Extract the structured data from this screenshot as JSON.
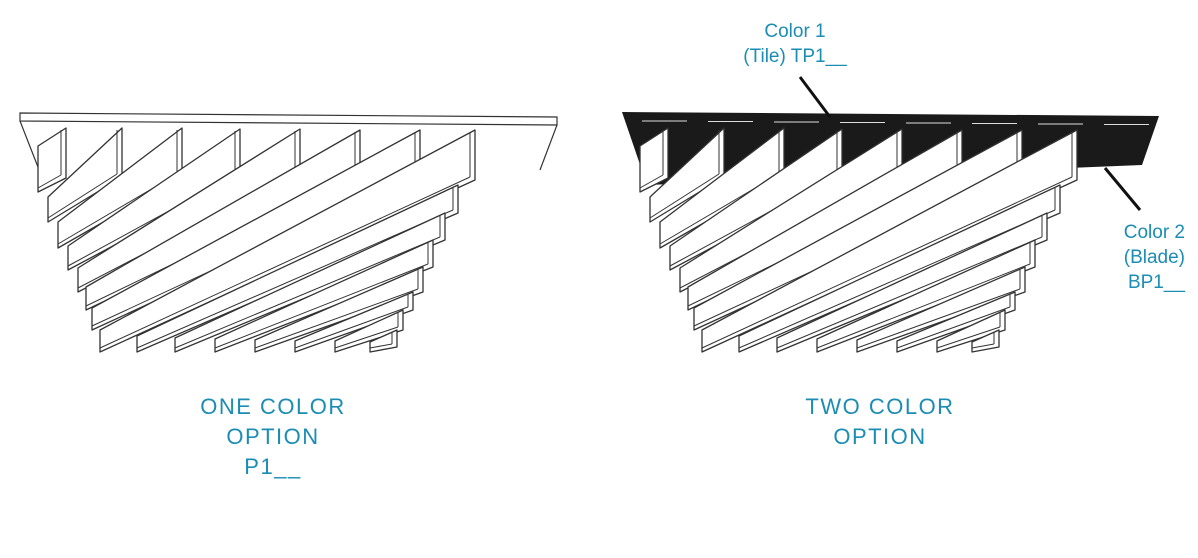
{
  "one_color": {
    "line1": "ONE COLOR",
    "line2": "OPTION",
    "code": "P1__"
  },
  "two_color": {
    "line1": "TWO COLOR",
    "line2": "OPTION"
  },
  "callout_tile": {
    "line1": "Color 1",
    "line2": "(Tile) TP1__"
  },
  "callout_blade": {
    "line1": "Color 2",
    "line2": "(Blade)",
    "line3": "BP1__"
  },
  "colors": {
    "label": "#1b8db4",
    "tile_dark": "#1a1a1a",
    "outline": "#333333"
  }
}
